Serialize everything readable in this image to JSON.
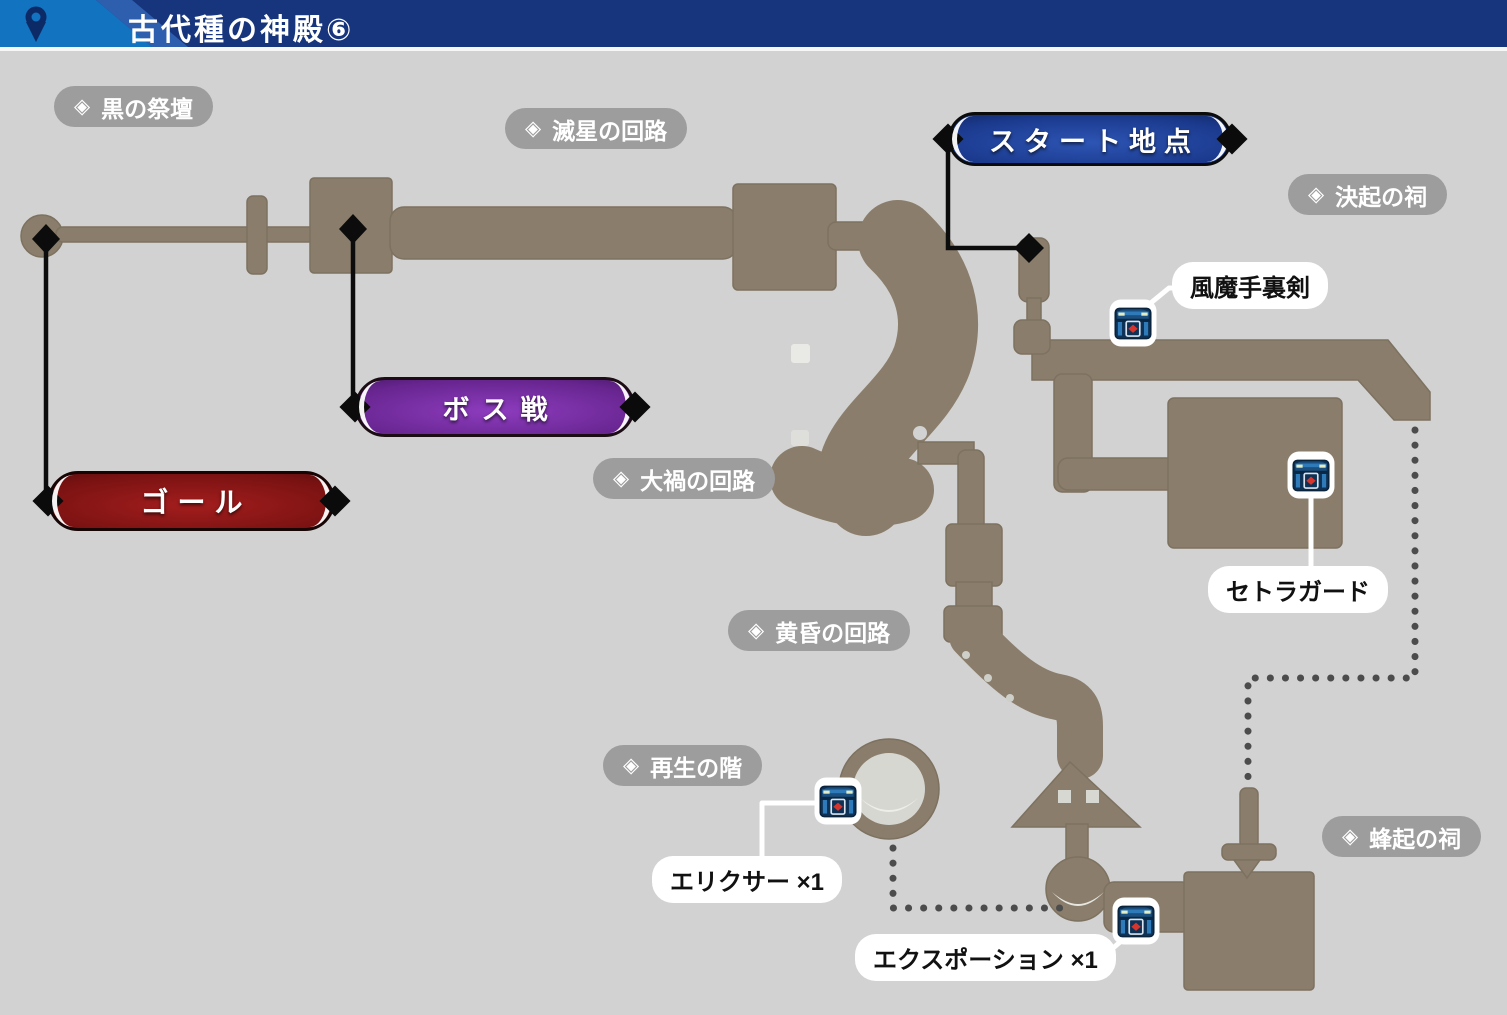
{
  "header": {
    "title": "古代種の神殿⑥"
  },
  "icons": {
    "area_diamond": "◈",
    "map_pin": "map-pin",
    "chest": "treasure-chest"
  },
  "colors": {
    "background": "#d2d2d2",
    "terrain": "#8a7d6b",
    "header_navy": "#16357d",
    "header_light_blue": "#1273c0",
    "header_mid_blue": "#2e5fae",
    "area_pill_gray": "#9d9d9d",
    "start_banner_blue": "#1b3a8e",
    "boss_banner_purple": "#67258f",
    "goal_banner_red": "#7a1212",
    "solid_route": "#0c0c0c",
    "dotted_route": "#4c4c4c",
    "chest_red_gem": "#d5352c"
  },
  "map": {
    "area_labels": [
      {
        "id": "kuro-no-saidan",
        "text": "黒の祭壇"
      },
      {
        "id": "messei-no-kairo",
        "text": "滅星の回路"
      },
      {
        "id": "kekki-no-hokora",
        "text": "決起の祠"
      },
      {
        "id": "taika-no-kairo",
        "text": "大禍の回路"
      },
      {
        "id": "tasogare-no-kairo",
        "text": "黄昏の回路"
      },
      {
        "id": "saisei-no-kizahashi",
        "text": "再生の階"
      },
      {
        "id": "houki-no-hokora",
        "text": "蜂起の祠"
      }
    ],
    "banners": [
      {
        "id": "start",
        "text": "スタート地点"
      },
      {
        "id": "boss",
        "text": "ボス戦"
      },
      {
        "id": "goal",
        "text": "ゴール"
      }
    ],
    "items": [
      {
        "id": "fuma-shuriken",
        "text": "風魔手裏剣"
      },
      {
        "id": "cetra-guard",
        "text": "セトラガード"
      },
      {
        "id": "elixir",
        "text": "エリクサー ×1"
      },
      {
        "id": "x-potion",
        "text": "エクスポーション ×1"
      }
    ]
  }
}
